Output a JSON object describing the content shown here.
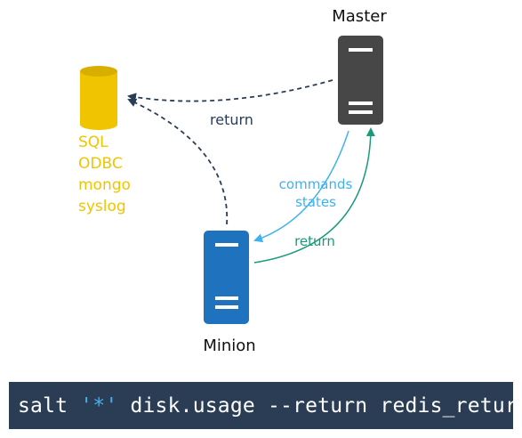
{
  "nodes": {
    "master": {
      "label": "Master",
      "color": "#474747"
    },
    "minion": {
      "label": "Minion",
      "color": "#1e72be"
    },
    "database": {
      "color": "#f1c400",
      "returners": [
        "SQL",
        "ODBC",
        "mongo",
        "syslog"
      ]
    }
  },
  "edges": {
    "master_to_db": {
      "label": "",
      "color": "#2b3d55",
      "style": "dashed"
    },
    "minion_to_db": {
      "label": "return",
      "color": "#2b3d55",
      "style": "dashed"
    },
    "master_to_minion": {
      "label_lines": [
        "commands",
        "states"
      ],
      "color": "#3fb1f0"
    },
    "minion_to_master": {
      "label": "return",
      "color": "#1a9a7b"
    }
  },
  "command": {
    "prefix": "salt ",
    "target": "'*'",
    "rest": " disk.usage --return redis_return"
  }
}
